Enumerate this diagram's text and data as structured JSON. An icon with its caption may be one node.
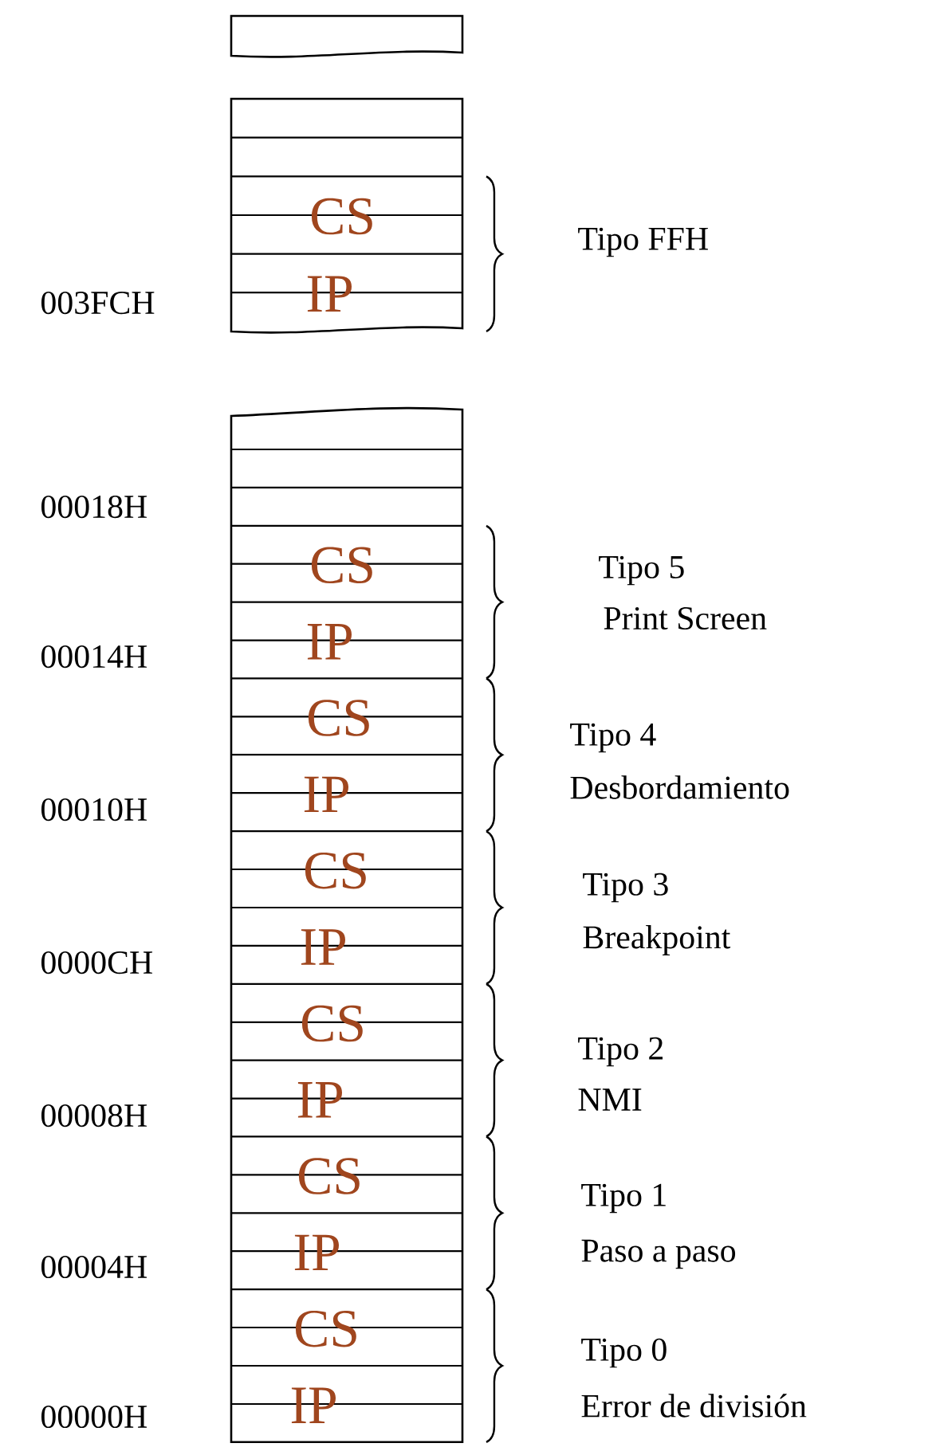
{
  "diagram": {
    "nodes": [
      {
        "text": [],
        "shape": "box"
      },
      {
        "text": [],
        "shape": "box"
      },
      {
        "text": [
          "CS"
        ],
        "in": 1
      },
      {
        "text": [
          "IP"
        ],
        "in": 1
      },
      {
        "text": [],
        "shape": "box"
      },
      {
        "text": [
          "CS"
        ],
        "in": 4
      },
      {
        "text": [
          "IP"
        ],
        "in": 4
      },
      {
        "text": [
          "CS"
        ],
        "in": 4
      },
      {
        "text": [
          "IP"
        ],
        "in": 4
      },
      {
        "text": [
          "CS"
        ],
        "in": 4
      },
      {
        "text": [
          "IP"
        ],
        "in": 4
      },
      {
        "text": [
          "CS"
        ],
        "in": 4
      },
      {
        "text": [
          "IP"
        ],
        "in": 4
      },
      {
        "text": [
          "CS"
        ],
        "in": 4
      },
      {
        "text": [
          "IP"
        ],
        "in": 4
      },
      {
        "text": [
          "CS"
        ],
        "in": 4
      },
      {
        "text": [
          "IP"
        ],
        "in": 4
      }
    ],
    "edges": [],
    "labels": [
      "Tipo FFH",
      "003FCH",
      "00018H",
      "Tipo 5",
      "Print Screen",
      "00014H",
      "Tipo 4",
      "Desbordamiento",
      "00010H",
      "Tipo 3",
      "Breakpoint",
      "0000CH",
      "Tipo 2",
      "NMI",
      "00008H",
      "Tipo 1",
      "Paso a paso",
      "00004H",
      "Tipo 0",
      "Error de división",
      "00000H"
    ]
  }
}
